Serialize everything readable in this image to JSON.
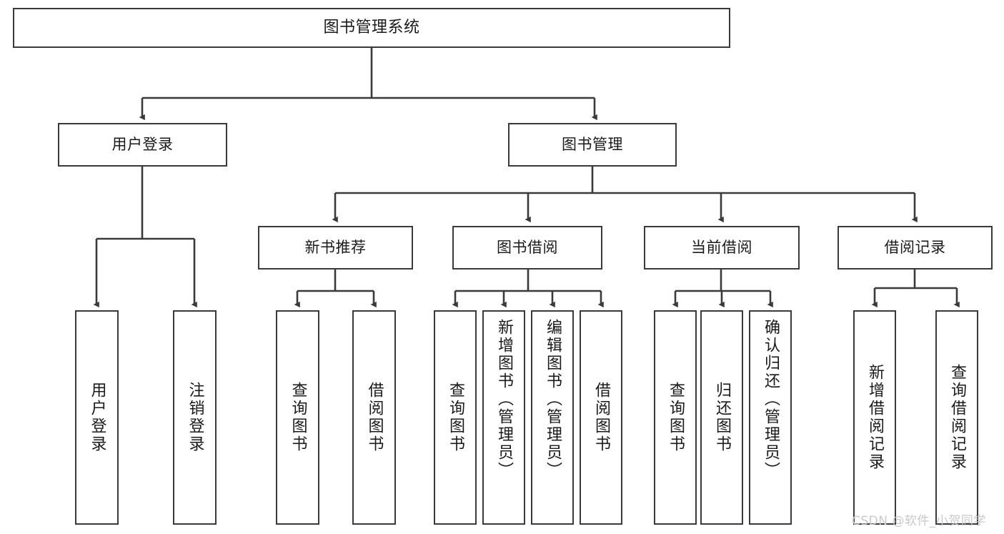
{
  "diagram": {
    "title": "图书管理系统",
    "watermark": "CSDN @软件_小贺同学",
    "stroke_color": "#3a3a3a",
    "fill_color": "#ffffff",
    "text_color": "#1a1a1a",
    "type": "tree-hierarchy-chart"
  },
  "nodes": {
    "root": "图书管理系统",
    "level2": {
      "user_login": "用户登录",
      "book_manage": "图书管理"
    },
    "level3": {
      "new_book_rec": "新书推荐",
      "book_borrow": "图书借阅",
      "current_borrow": "当前借阅",
      "borrow_record": "借阅记录"
    },
    "leaves": {
      "user_login": [
        "用户登录",
        "注销登录"
      ],
      "new_book_rec": [
        "查询图书",
        "借阅图书"
      ],
      "book_borrow": [
        "查询图书",
        "新增图书（管理员）",
        "编辑图书（管理员）",
        "借阅图书"
      ],
      "current_borrow": [
        "查询图书",
        "归还图书",
        "确认归还（管理员）"
      ],
      "borrow_record": [
        "新增借阅记录",
        "查询借阅记录"
      ]
    }
  }
}
